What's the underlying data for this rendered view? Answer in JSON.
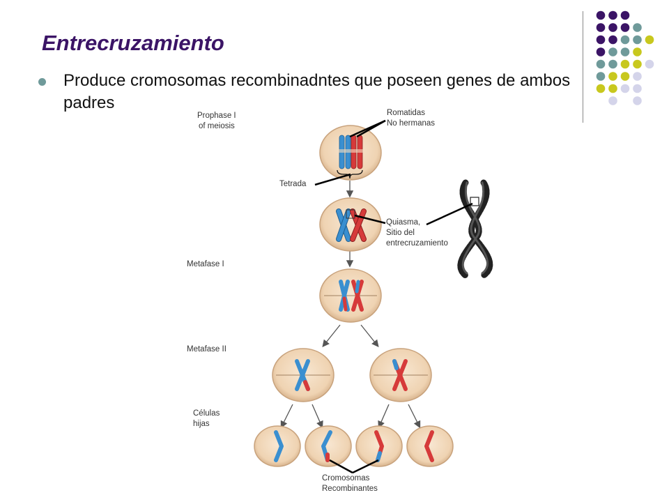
{
  "slide": {
    "title": "Entrecruzamiento",
    "bullet": "Produce cromosomas recombinadntes que poseen genes de ambos padres"
  },
  "labels": {
    "prophase_line1": "Prophase I",
    "prophase_line2": "of meiosis",
    "romatidas_line1": "Romatidas",
    "romatidas_line2": "No hermanas",
    "tetrada": "Tetrada",
    "quiasma_line1": "Quiasma,",
    "quiasma_line2": "Sitio del",
    "quiasma_line3": "entrecruzamiento",
    "metafase1": "Metafase I",
    "metafase2": "Metafase II",
    "celulas_line1": "Células",
    "celulas_line2": "hijas",
    "cromosomas_line1": "Cromosomas",
    "cromosomas_line2": "Recombinantes"
  },
  "colors": {
    "title": "#3b1466",
    "dot_purple": "#3b1466",
    "dot_teal": "#6f9a9a",
    "dot_yellow": "#c8c81e",
    "dot_lavender": "#d4d4ea",
    "chromosome_blue": "#3a8fd0",
    "chromosome_red": "#d63a3a",
    "cell_fill": "#f3dcc0"
  },
  "decor_dots": [
    [
      "purple",
      "purple",
      "purple",
      null,
      null
    ],
    [
      "purple",
      "purple",
      "purple",
      "teal",
      null
    ],
    [
      "purple",
      "purple",
      "teal",
      "teal",
      "yellow"
    ],
    [
      "purple",
      "teal",
      "teal",
      "yellow",
      null
    ],
    [
      "teal",
      "teal",
      "yellow",
      "yellow",
      "lavender"
    ],
    [
      "teal",
      "yellow",
      "yellow",
      "lavender",
      null
    ],
    [
      "yellow",
      "yellow",
      "lavender",
      "lavender",
      null
    ],
    [
      null,
      "lavender",
      null,
      "lavender",
      null
    ]
  ]
}
